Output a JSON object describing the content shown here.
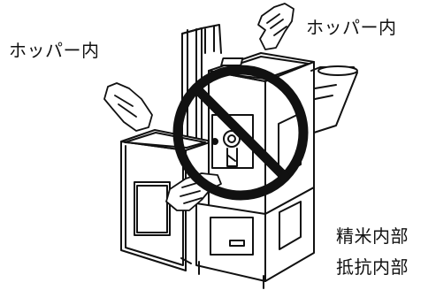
{
  "labels": {
    "hopper_left": "ホッパー内",
    "hopper_right": "ホッパー内",
    "milling_interior": "精米内部",
    "resistance_interior": "抵抗内部"
  },
  "colors": {
    "line": "#111111",
    "prohibition": "#111111",
    "background": "#ffffff"
  },
  "icons": {
    "prohibition": "no-sign-icon",
    "hand": "hand-icon"
  }
}
